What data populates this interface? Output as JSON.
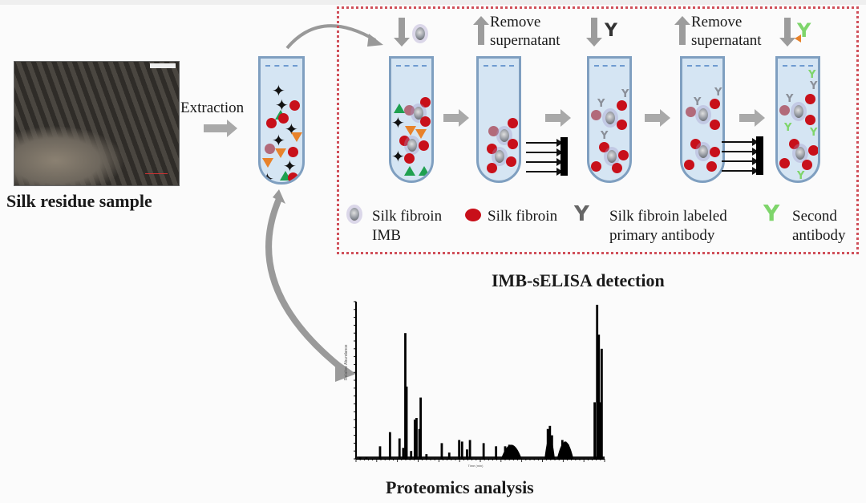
{
  "sample": {
    "caption": "Silk residue sample",
    "photo_icon": "silk-residue-photo"
  },
  "extraction": {
    "label": "Extraction"
  },
  "elisa": {
    "title": "IMB-sELISA detection",
    "steps": [
      {
        "action": "add",
        "reagent_icon": "silk-fibroin-imb-icon"
      },
      {
        "action": "remove",
        "label_line1": "Remove",
        "label_line2": "supernatant"
      },
      {
        "action": "add",
        "reagent_icon": "primary-antibody-icon"
      },
      {
        "action": "remove",
        "label_line1": "Remove",
        "label_line2": "supernatant"
      },
      {
        "action": "add",
        "reagent_icon": "second-antibody-icon"
      }
    ],
    "legend": [
      {
        "icon": "silk-fibroin-imb-icon",
        "line1": "Silk fibroin",
        "line2": "IMB"
      },
      {
        "icon": "silk-fibroin-dot-icon",
        "line1": "Silk fibroin",
        "line2": ""
      },
      {
        "icon": "primary-antibody-icon",
        "line1": "Silk fibroin labeled",
        "line2": "primary antibody"
      },
      {
        "icon": "second-antibody-icon",
        "line1": "Second",
        "line2": "antibody"
      }
    ],
    "colors": {
      "border": "#d0505a",
      "silk_fibroin": "#c8101a",
      "second_antibody": "#7ed56b",
      "label_marker": "#e8822a",
      "tube_fill": "#d5e5f3"
    }
  },
  "proteomics": {
    "title": "Proteomics analysis"
  },
  "chart_data": {
    "type": "bar",
    "title": "",
    "xlabel": "Time (min)",
    "ylabel": "Relative Abundance",
    "xlim": [
      0,
      60
    ],
    "ylim": [
      0,
      100
    ],
    "grid": false,
    "peaks": [
      {
        "x": 1.0,
        "y": 1
      },
      {
        "x": 2.5,
        "y": 1
      },
      {
        "x": 5.8,
        "y": 8
      },
      {
        "x": 8.2,
        "y": 17
      },
      {
        "x": 10.5,
        "y": 13
      },
      {
        "x": 11.4,
        "y": 7
      },
      {
        "x": 11.9,
        "y": 80
      },
      {
        "x": 12.2,
        "y": 46
      },
      {
        "x": 13.3,
        "y": 5
      },
      {
        "x": 14.2,
        "y": 25
      },
      {
        "x": 14.6,
        "y": 26
      },
      {
        "x": 15.3,
        "y": 19
      },
      {
        "x": 15.6,
        "y": 39
      },
      {
        "x": 17.0,
        "y": 3
      },
      {
        "x": 20.7,
        "y": 10
      },
      {
        "x": 22.5,
        "y": 4
      },
      {
        "x": 24.9,
        "y": 12
      },
      {
        "x": 25.6,
        "y": 11
      },
      {
        "x": 26.8,
        "y": 6
      },
      {
        "x": 27.5,
        "y": 12
      },
      {
        "x": 30.8,
        "y": 10
      },
      {
        "x": 33.8,
        "y": 8
      },
      {
        "x": 36.0,
        "y": 8
      },
      {
        "x": 37.0,
        "y": 9
      },
      {
        "x": 38.0,
        "y": 8
      },
      {
        "x": 46.3,
        "y": 19
      },
      {
        "x": 46.8,
        "y": 21
      },
      {
        "x": 47.3,
        "y": 15
      },
      {
        "x": 49.8,
        "y": 12
      },
      {
        "x": 50.5,
        "y": 11
      },
      {
        "x": 51.2,
        "y": 9
      },
      {
        "x": 57.6,
        "y": 36
      },
      {
        "x": 58.2,
        "y": 98
      },
      {
        "x": 58.6,
        "y": 79
      },
      {
        "x": 59.0,
        "y": 36
      },
      {
        "x": 59.3,
        "y": 70
      }
    ],
    "broad_humps": [
      {
        "from": 35.0,
        "to": 40.0,
        "height": 9
      },
      {
        "from": 45.5,
        "to": 48.0,
        "height": 14
      },
      {
        "from": 48.5,
        "to": 52.5,
        "height": 11
      }
    ]
  }
}
